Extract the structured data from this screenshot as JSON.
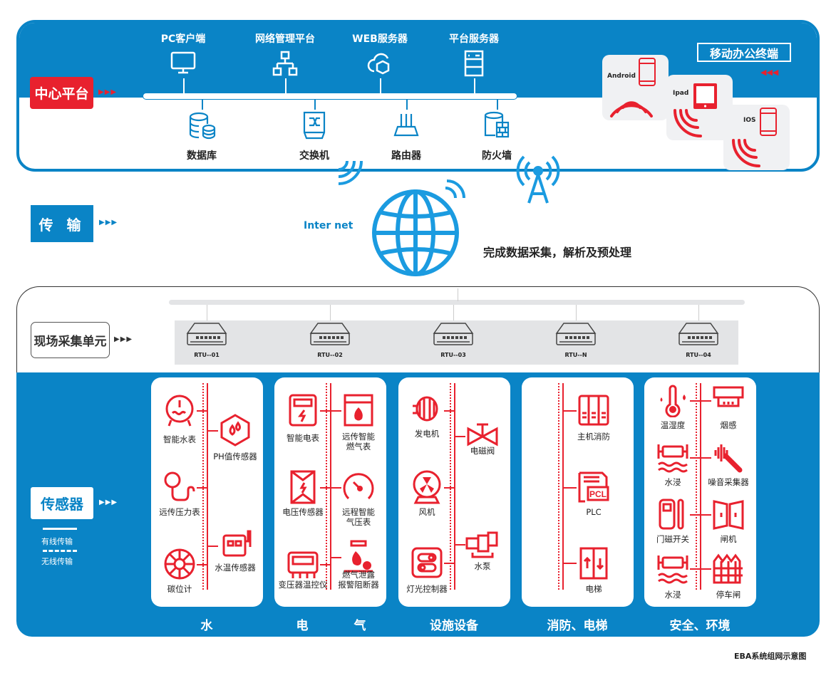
{
  "center_platform": {
    "label": "中心平台",
    "top_items": [
      {
        "label": "PC客户端",
        "icon": "monitor-icon"
      },
      {
        "label": "网络管理平台",
        "icon": "network-icon"
      },
      {
        "label": "WEB服务器",
        "icon": "cloud-server-icon"
      },
      {
        "label": "平台服务器",
        "icon": "server-rack-icon"
      }
    ],
    "bottom_items": [
      {
        "label": "数据库",
        "icon": "database-icon"
      },
      {
        "label": "交换机",
        "icon": "switch-icon"
      },
      {
        "label": "路由器",
        "icon": "router-icon"
      },
      {
        "label": "防火墙",
        "icon": "firewall-icon"
      }
    ]
  },
  "mobile": {
    "label": "移动办公终端",
    "devices": [
      {
        "label": "Android",
        "icon": "phone-icon"
      },
      {
        "label": "Ipad",
        "icon": "tablet-icon"
      },
      {
        "label": "IOS",
        "icon": "phone-icon"
      }
    ]
  },
  "transport": {
    "label": "传 输",
    "internet_label": "Inter net",
    "caption": "完成数据采集，解析及预处理"
  },
  "field_unit": {
    "label": "现场采集单元",
    "rtus": [
      "RTU--01",
      "RTU--02",
      "RTU--03",
      "RTU--N",
      "RTU--04"
    ]
  },
  "sensors": {
    "label": "传感器",
    "legend": {
      "wired": "有线传输",
      "wireless": "无线传输"
    },
    "groups": [
      {
        "name": "水",
        "items": [
          {
            "label": "智能水表",
            "icon": "water-meter-icon"
          },
          {
            "label": "PH值传感器",
            "icon": "ph-sensor-icon"
          },
          {
            "label": "远传压力表",
            "icon": "pressure-gauge-icon"
          },
          {
            "label": "水温传感器",
            "icon": "water-temp-sensor-icon"
          },
          {
            "label": "碳位计",
            "icon": "level-meter-icon"
          }
        ]
      },
      {
        "name": "电 气",
        "name_left": "电",
        "name_right": "气",
        "items": [
          {
            "label": "智能电表",
            "icon": "electric-meter-icon"
          },
          {
            "label": "远传智能\n燃气表",
            "icon": "gas-meter-icon"
          },
          {
            "label": "电压传感器",
            "icon": "voltage-sensor-icon"
          },
          {
            "label": "远程智能\n气压表",
            "icon": "air-pressure-gauge-icon"
          },
          {
            "label": "变压器温控仪",
            "icon": "transformer-thermostat-icon"
          },
          {
            "label": "燃气泄露\n报警阻断器",
            "icon": "gas-leak-alarm-icon"
          }
        ]
      },
      {
        "name": "设施设备",
        "items": [
          {
            "label": "发电机",
            "icon": "generator-icon"
          },
          {
            "label": "电磁阀",
            "icon": "solenoid-valve-icon"
          },
          {
            "label": "风机",
            "icon": "fan-icon"
          },
          {
            "label": "水泵",
            "icon": "water-pump-icon"
          },
          {
            "label": "灯光控制器",
            "icon": "light-controller-icon"
          }
        ]
      },
      {
        "name": "消防、电梯",
        "items": [
          {
            "label": "主机消防",
            "icon": "fire-host-icon"
          },
          {
            "label": "PLC",
            "icon": "plc-icon"
          },
          {
            "label": "电梯",
            "icon": "elevator-icon"
          }
        ]
      },
      {
        "name": "安全、环境",
        "items": [
          {
            "label": "温湿度",
            "icon": "thermometer-icon"
          },
          {
            "label": "烟感",
            "icon": "smoke-detector-icon"
          },
          {
            "label": "水浸",
            "icon": "water-leak-icon"
          },
          {
            "label": "噪音采集器",
            "icon": "noise-sensor-icon"
          },
          {
            "label": "门磁开关",
            "icon": "door-sensor-icon"
          },
          {
            "label": "闸机",
            "icon": "turnstile-icon"
          },
          {
            "label": "水浸",
            "icon": "water-leak-icon"
          },
          {
            "label": "停车闸",
            "icon": "parking-gate-icon"
          }
        ]
      }
    ]
  },
  "footer": "EBA系统组网示意图",
  "colors": {
    "blue": "#0a84c6",
    "red": "#e8212e"
  }
}
